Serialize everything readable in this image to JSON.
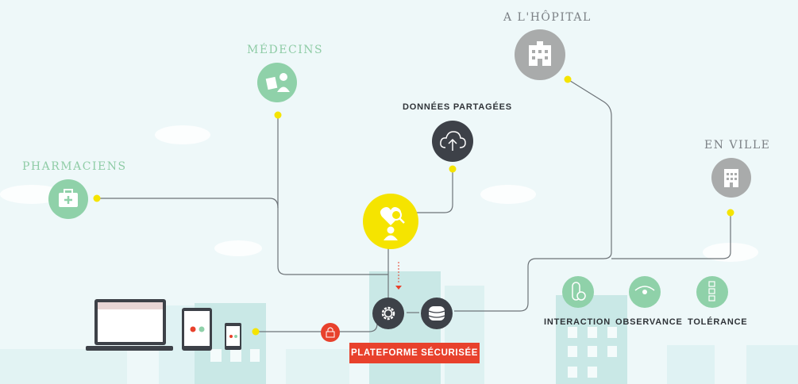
{
  "nodes": {
    "hopital": {
      "label": "A L'HÔPITAL",
      "icon": "hospital-icon"
    },
    "medecins": {
      "label": "MÉDECINS",
      "icon": "doctor-icon"
    },
    "pharmaciens": {
      "label": "PHARMACIENS",
      "icon": "medical-kit-icon"
    },
    "donnees": {
      "label": "DONNÉES PARTAGÉES",
      "icon": "cloud-upload-icon"
    },
    "en_ville": {
      "label": "EN VILLE",
      "icon": "building-icon"
    },
    "patient": {
      "icon": "heart-search-person-icon"
    },
    "platform": {
      "label": "PLATEFORME SÉCURISÉE",
      "icons": [
        "gear-icon",
        "database-icon",
        "lock-icon"
      ]
    }
  },
  "features": [
    {
      "label": "INTERACTION",
      "icon": "pill-icon"
    },
    {
      "label": "OBSERVANCE",
      "icon": "eye-icon"
    },
    {
      "label": "TOLÉRANCE",
      "icon": "checklist-icon"
    }
  ],
  "colors": {
    "green": "#8fd1a9",
    "dark": "#3d4148",
    "yellow": "#f5e400",
    "red": "#e8412c",
    "background": "#eef8f9"
  }
}
